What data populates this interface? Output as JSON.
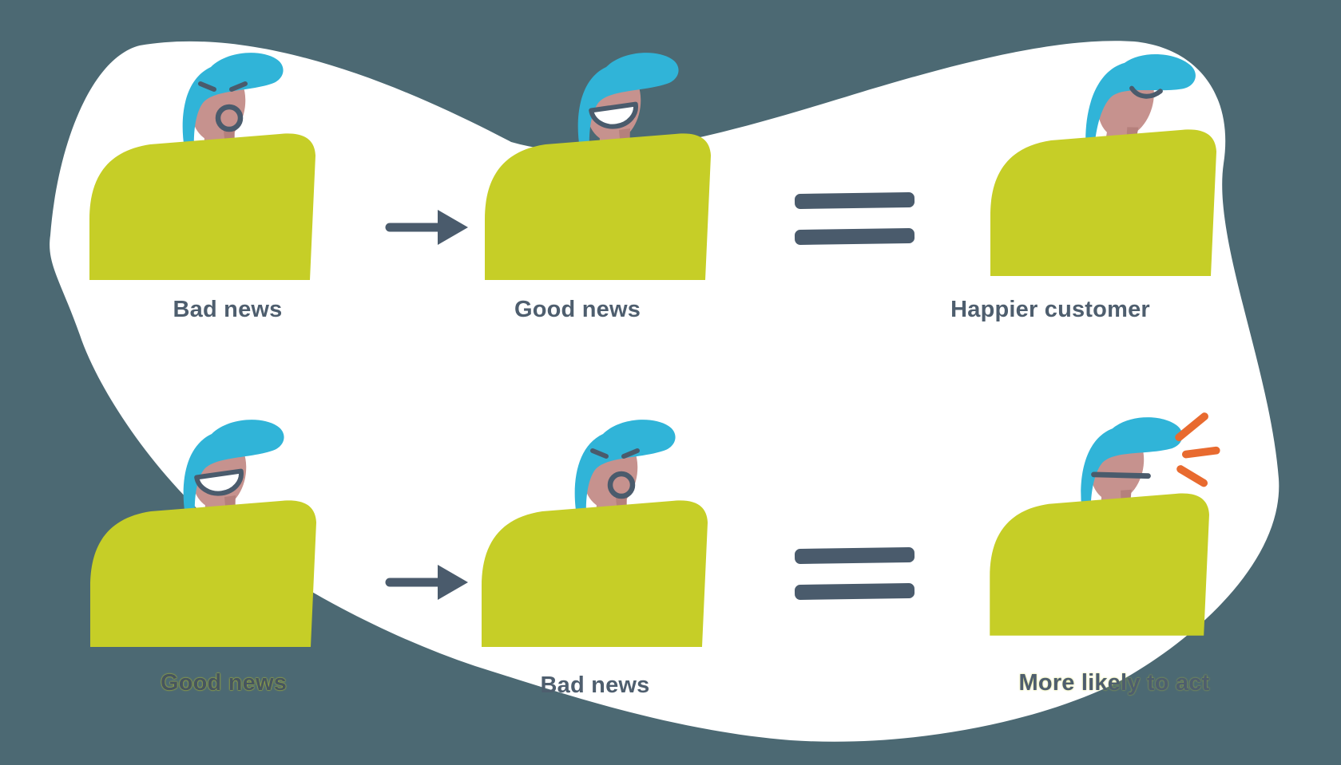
{
  "scene": {
    "background_color": "#4c6973",
    "blob_color": "#ffffff",
    "ink_color": "#4a5b6c",
    "shirt_color": "#c6ce27",
    "hair_color": "#30b4d8",
    "skin_color": "#c6928e",
    "skin_shadow_color": "#b5807c",
    "accent_orange": "#e86a2f",
    "label_color": "#4e5e6e"
  },
  "icons": {
    "connector_arrow": "arrow-right-icon",
    "connector_equals": "equals-icon",
    "emphasis": "shout-marks-icon"
  },
  "rows": [
    {
      "steps": [
        {
          "label": "Bad news",
          "expression": "angry"
        },
        {
          "label": "Good news",
          "expression": "happy"
        },
        {
          "label": "Happier customer",
          "expression": "content"
        }
      ],
      "connectors": [
        "arrow",
        "equals"
      ]
    },
    {
      "steps": [
        {
          "label": "Good news",
          "expression": "happy"
        },
        {
          "label": "Bad news",
          "expression": "angry"
        },
        {
          "label": "More likely to act",
          "expression": "determined"
        }
      ],
      "connectors": [
        "arrow",
        "equals"
      ]
    }
  ]
}
